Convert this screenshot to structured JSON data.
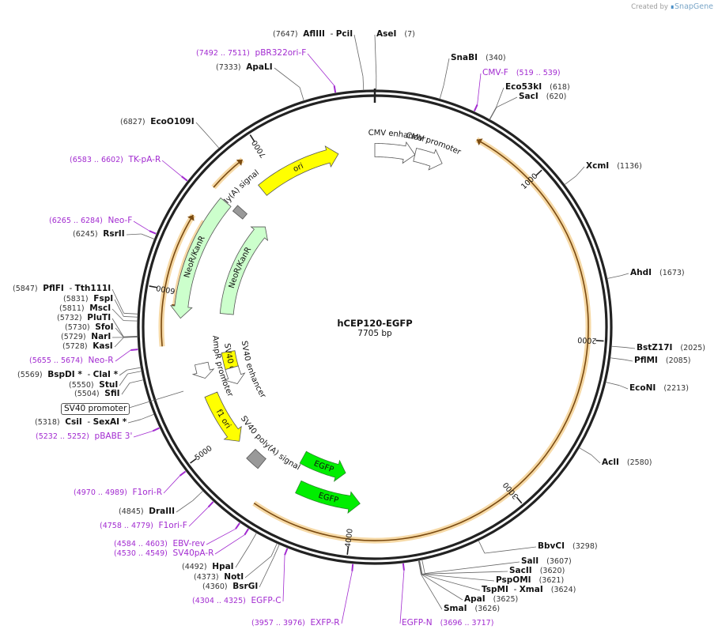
{
  "credit": {
    "prefix": "Created by",
    "brand": "SnapGene"
  },
  "plasmid": {
    "name": "hCEP120-EGFP",
    "length": "7705 bp",
    "total_bp": 7705
  },
  "ticks": [
    {
      "label": "1000",
      "bp": 1000
    },
    {
      "label": "2000",
      "bp": 2000
    },
    {
      "label": "3000",
      "bp": 3000
    },
    {
      "label": "4000",
      "bp": 4000
    },
    {
      "label": "5000",
      "bp": 5000
    },
    {
      "label": "6000",
      "bp": 6000
    },
    {
      "label": "7000",
      "bp": 7000
    }
  ],
  "features": [
    {
      "label": "ori",
      "style": "yellow",
      "start": 6863,
      "end": 7451,
      "dir": 1,
      "track": 1
    },
    {
      "label": "CMV enhancer",
      "style": "white",
      "start": 7705,
      "end": 7985,
      "dir": 1,
      "track": 1
    },
    {
      "label": "CMV promoter",
      "style": "white",
      "start": 7985,
      "end": 8183,
      "dir": 1,
      "track": 1
    },
    {
      "label": "HSV TK poly(A) signal",
      "style": "grey",
      "start": 6620,
      "end": 6669,
      "dir": 0,
      "track": 1
    },
    {
      "label": "NeoR/KanR",
      "style": "green",
      "start": 5835,
      "end": 6635,
      "dir": -1,
      "track": 0
    },
    {
      "label": "NeoR/KanR",
      "style": "green",
      "start": 5888,
      "end": 6688,
      "dir": 1,
      "track": 2
    },
    {
      "label": "SV40 ori",
      "style": "yellow",
      "start": 5440,
      "end": 5575,
      "dir": 0,
      "track": 2
    },
    {
      "label": "SV40 enhancer",
      "style": "white",
      "start": 5300,
      "end": 5440,
      "dir": -1,
      "track": 2
    },
    {
      "label": "AmpR promoter",
      "style": "white",
      "start": 5420,
      "end": 5525,
      "dir": -1,
      "track": 1
    },
    {
      "label": "f1 ori",
      "style": "yellow",
      "start": 4920,
      "end": 5300,
      "dir": -1,
      "track": 1
    },
    {
      "label": "SV40 poly(A) signal",
      "style": "grey",
      "start": 4700,
      "end": 4802,
      "dir": 0,
      "track": 1
    },
    {
      "label": "EGFP",
      "style": "bright",
      "start": 4095,
      "end": 4470,
      "dir": -1,
      "track": 2
    },
    {
      "label": "EGFP",
      "style": "bright",
      "start": 3955,
      "end": 4400,
      "dir": -1,
      "track": 1
    }
  ],
  "orfs": [
    {
      "start": 610,
      "end": 4590,
      "dir": -1
    },
    {
      "start": 5668,
      "end": 6458,
      "dir": 1
    },
    {
      "start": 6655,
      "end": 6885,
      "dir": 1
    },
    {
      "start": 5890,
      "end": 6460,
      "dir": -1
    }
  ],
  "site_labels": [
    {
      "name": "AseI",
      "pos": "(7)",
      "primer": false,
      "nbp": 7
    },
    {
      "name": "AflIII",
      "name2": "PciI",
      "pos": "(7647)",
      "primer": false,
      "nbp": 7647
    },
    {
      "name": "pBR322ori-F",
      "pos": "(7492 .. 7511)",
      "primer": true,
      "nbp": 7501
    },
    {
      "name": "ApaLI",
      "pos": "(7333)",
      "primer": false,
      "nbp": 7333
    },
    {
      "name": "SnaBI",
      "pos": "(340)",
      "primer": false,
      "nbp": 340
    },
    {
      "name": "CMV-F",
      "pos": "(519 .. 539)",
      "primer": true,
      "nbp": 529
    },
    {
      "name": "Eco53kI",
      "pos": "(618)",
      "primer": false,
      "nbp": 618
    },
    {
      "name": "SacI",
      "pos": "(620)",
      "primer": false,
      "nbp": 620
    },
    {
      "name": "EcoO109I",
      "pos": "(6827)",
      "primer": false,
      "nbp": 6827
    },
    {
      "name": "XcmI",
      "pos": "(1136)",
      "primer": false,
      "nbp": 1136
    },
    {
      "name": "TK-pA-R",
      "pos": "(6583 .. 6602)",
      "primer": true,
      "nbp": 6592
    },
    {
      "name": "Neo-F",
      "pos": "(6265 .. 6284)",
      "primer": true,
      "nbp": 6274
    },
    {
      "name": "RsrII",
      "pos": "(6245)",
      "primer": false,
      "nbp": 6245
    },
    {
      "name": "AhdI",
      "pos": "(1673)",
      "primer": false,
      "nbp": 1673
    },
    {
      "name": "PflFI",
      "name2": "Tth111I",
      "pos": "(5847)",
      "primer": false,
      "nbp": 5847
    },
    {
      "name": "FspI",
      "pos": "(5831)",
      "primer": false,
      "nbp": 5831
    },
    {
      "name": "MscI",
      "pos": "(5811)",
      "primer": false,
      "nbp": 5811
    },
    {
      "name": "PluTI",
      "pos": "(5732)",
      "primer": false,
      "nbp": 5732
    },
    {
      "name": "SfoI",
      "pos": "(5730)",
      "primer": false,
      "nbp": 5730
    },
    {
      "name": "NarI",
      "pos": "(5729)",
      "primer": false,
      "nbp": 5729
    },
    {
      "name": "KasI",
      "pos": "(5728)",
      "primer": false,
      "nbp": 5728
    },
    {
      "name": "BstZ17I",
      "pos": "(2025)",
      "primer": false,
      "nbp": 2025
    },
    {
      "name": "PflMI",
      "pos": "(2085)",
      "primer": false,
      "nbp": 2085
    },
    {
      "name": "Neo-R",
      "pos": "(5655 .. 5674)",
      "primer": true,
      "nbp": 5664
    },
    {
      "name": "BspDI *",
      "name2": "ClaI *",
      "pos": "(5569)",
      "primer": false,
      "nbp": 5569
    },
    {
      "name": "StuI",
      "pos": "(5550)",
      "primer": false,
      "nbp": 5550
    },
    {
      "name": "SfiI",
      "pos": "(5504)",
      "primer": false,
      "nbp": 5504
    },
    {
      "name": "EcoNI",
      "pos": "(2213)",
      "primer": false,
      "nbp": 2213
    },
    {
      "name": "CsiI",
      "name2": "SexAI *",
      "pos": "(5318)",
      "primer": false,
      "nbp": 5318
    },
    {
      "name": "pBABE 3'",
      "pos": "(5232 .. 5252)",
      "primer": true,
      "nbp": 5242
    },
    {
      "name": "AclI",
      "pos": "(2580)",
      "primer": false,
      "nbp": 2580
    },
    {
      "name": "F1ori-R",
      "pos": "(4970 .. 4989)",
      "primer": true,
      "nbp": 4980
    },
    {
      "name": "DraIII",
      "pos": "(4845)",
      "primer": false,
      "nbp": 4845
    },
    {
      "name": "F1ori-F",
      "pos": "(4758 .. 4779)",
      "primer": true,
      "nbp": 4768
    },
    {
      "name": "EBV-rev",
      "pos": "(4584 .. 4603)",
      "primer": true,
      "nbp": 4593
    },
    {
      "name": "SV40pA-R",
      "pos": "(4530 .. 4549)",
      "primer": true,
      "nbp": 4539
    },
    {
      "name": "HpaI",
      "pos": "(4492)",
      "primer": false,
      "nbp": 4492
    },
    {
      "name": "NotI",
      "pos": "(4373)",
      "primer": false,
      "nbp": 4373
    },
    {
      "name": "BsrGI",
      "pos": "(4360)",
      "primer": false,
      "nbp": 4360
    },
    {
      "name": "EGFP-C",
      "pos": "(4304 .. 4325)",
      "primer": true,
      "nbp": 4314
    },
    {
      "name": "EXFP-R",
      "pos": "(3957 .. 3976)",
      "primer": true,
      "nbp": 3966
    },
    {
      "name": "EGFP-N",
      "pos": "(3696 .. 3717)",
      "primer": true,
      "nbp": 3706
    },
    {
      "name": "BbvCI",
      "pos": "(3298)",
      "primer": false,
      "nbp": 3298
    },
    {
      "name": "SalI",
      "pos": "(3607)",
      "primer": false,
      "nbp": 3607
    },
    {
      "name": "SacII",
      "pos": "(3620)",
      "primer": false,
      "nbp": 3620
    },
    {
      "name": "PspOMI",
      "pos": "(3621)",
      "primer": false,
      "nbp": 3621
    },
    {
      "name": "TspMI",
      "name2": "XmaI",
      "pos": "(3624)",
      "primer": false,
      "nbp": 3624
    },
    {
      "name": "ApaI",
      "pos": "(3625)",
      "primer": false,
      "nbp": 3625
    },
    {
      "name": "SmaI",
      "pos": "(3626)",
      "primer": false,
      "nbp": 3626
    }
  ],
  "colors": {
    "ring": "#222222",
    "feature_yellow": "#ffff00",
    "feature_green_light": "#ccffcc",
    "feature_green_bright": "#00ee00",
    "feature_grey": "#999999",
    "orf": "#e89a3c",
    "primer": "#a22bd0"
  }
}
